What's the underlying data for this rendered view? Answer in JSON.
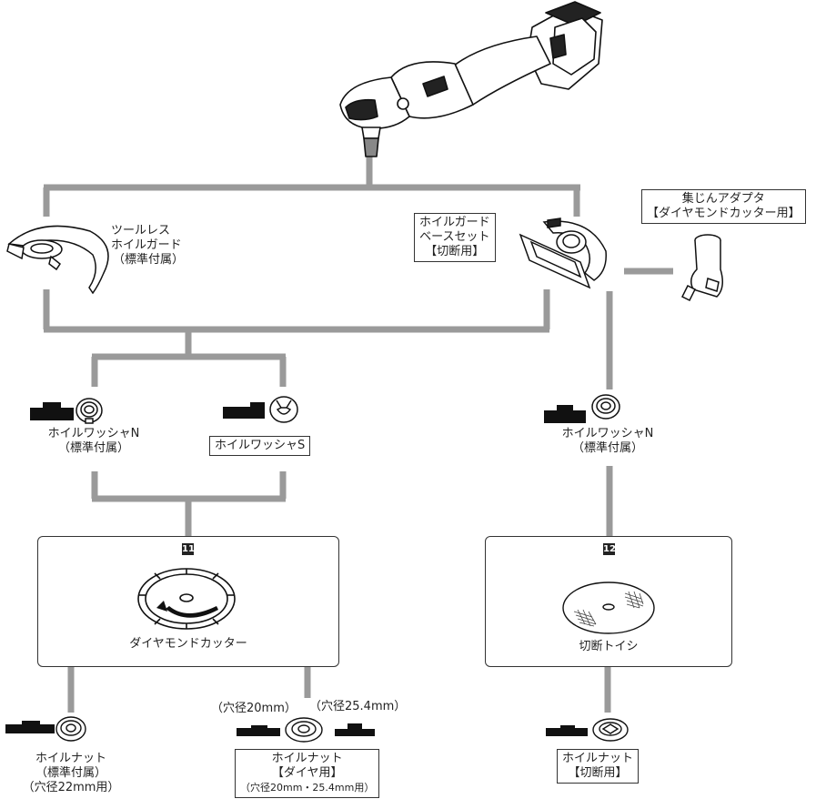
{
  "connector_color": "#9a9a9a",
  "grinder": {
    "icon": "angle-grinder-icon"
  },
  "tool_guard": {
    "lines": [
      "ツールレス",
      "ホイルガード",
      "（標準付属）"
    ],
    "icon": "wheel-guard-icon"
  },
  "base_set": {
    "lines": [
      "ホイルガード",
      "ベースセット",
      "【切断用】"
    ],
    "icon": "guard-base-set-icon"
  },
  "dust_adapter": {
    "lines": [
      "集じんアダプタ",
      "【ダイヤモンドカッター用】"
    ],
    "icon": "dust-adapter-icon"
  },
  "washer_n_left": {
    "lines": [
      "ホイルワッシャN",
      "（標準付属）"
    ],
    "icon": "wheel-washer-icon"
  },
  "washer_s": {
    "label": "ホイルワッシャS",
    "icon": "wheel-washer-s-icon"
  },
  "washer_n_right": {
    "lines": [
      "ホイルワッシャN",
      "（標準付属）"
    ],
    "icon": "wheel-washer-icon"
  },
  "diamond_box": {
    "badge": "11",
    "label": "ダイヤモンドカッター",
    "icon": "diamond-cutter-disc-icon"
  },
  "cutoff_box": {
    "badge": "12",
    "label": "切断トイシ",
    "icon": "cutoff-wheel-icon"
  },
  "nut_std": {
    "lines": [
      "ホイルナット",
      "（標準付属）",
      "（穴径22mm用）"
    ],
    "icon": "wheel-nut-icon"
  },
  "nut_diamond": {
    "hole20": "（穴径20mm）",
    "hole25": "（穴径25.4mm）",
    "lines": [
      "ホイルナット",
      "【ダイヤ用】",
      "（穴径20mm・25.4mm用）"
    ],
    "icon": "wheel-nut-icon"
  },
  "nut_cut": {
    "lines": [
      "ホイルナット",
      "【切断用】"
    ],
    "icon": "wheel-nut-icon"
  }
}
